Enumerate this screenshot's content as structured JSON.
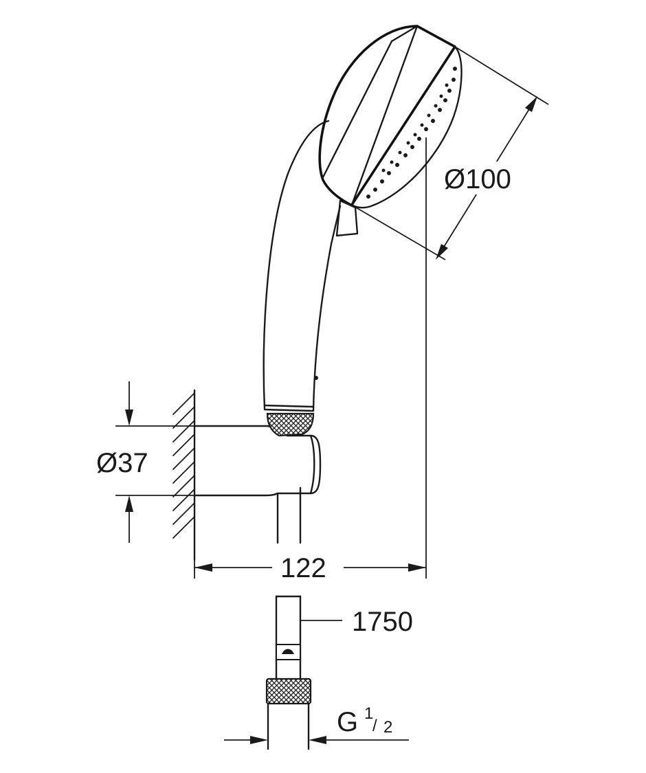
{
  "dimensions": {
    "head_diameter": "Ø100",
    "holder_diameter": "Ø37",
    "projection": "122",
    "hose_length": "1750",
    "thread_prefix": "G",
    "thread_num": "1",
    "thread_den": "2"
  },
  "colors": {
    "line": "#1a1a1a",
    "background": "#ffffff"
  }
}
